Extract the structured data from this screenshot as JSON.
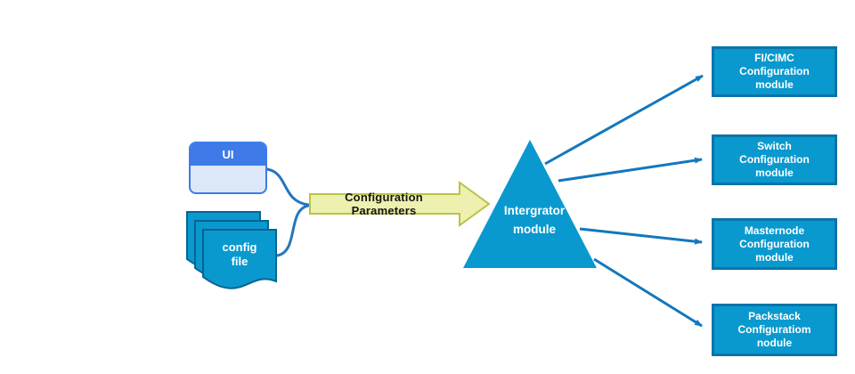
{
  "colors": {
    "module_fill": "#0999CE",
    "module_border": "#0C73A8",
    "doc_fill": "#0999CE",
    "doc_border": "#0A6291",
    "ui_header": "#3E7BE8",
    "ui_body": "#DCE7F8",
    "arrow_fill": "#EDF0AE",
    "arrow_border": "#B9C445",
    "connector": "#2476BE",
    "flow_arrow": "#1377BD"
  },
  "diagram": {
    "ui_box": {
      "label": "UI"
    },
    "config_file": {
      "label": "config\nfile"
    },
    "flow_label": "Configuration Parameters",
    "integrator": {
      "label": "Intergrator\nmodule"
    },
    "modules": [
      {
        "label": "FI/CIMC\nConfiguration\nmodule"
      },
      {
        "label": "Switch\nConfiguration\nmodule"
      },
      {
        "label": "Masternode\nConfiguration\nmodule"
      },
      {
        "label": "Packstack\nConfiguratiom\nnodule"
      }
    ]
  }
}
